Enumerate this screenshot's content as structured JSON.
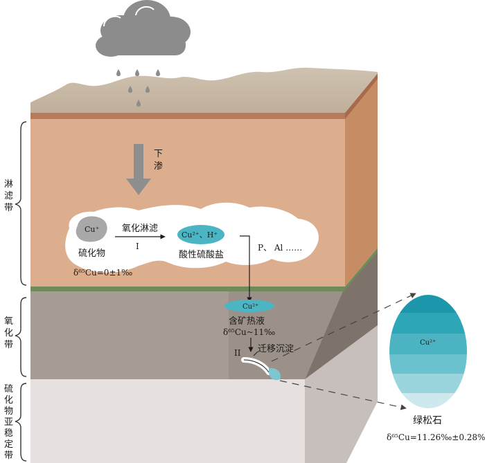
{
  "zones": {
    "leaching": "淋滤带",
    "oxidation": "氧化带",
    "sulfide_substable": "硫化物亚稳定带"
  },
  "infiltration_label": "下渗",
  "process": {
    "sulfide_ion": "Cu⁺",
    "sulfide_name": "硫化物",
    "sulfide_delta": "δ⁶⁵Cu=0±1‰",
    "oxidative_leaching": "氧化淋滤",
    "step_one": "I",
    "acid_ions": "Cu²⁺、H⁺",
    "acid_name": "酸性硫酸盐",
    "other_elements": "P、 Al ……"
  },
  "fluid": {
    "ion": "Cu²⁺",
    "name": "含矿热液",
    "delta": "δ⁶⁵Cu~11‰",
    "step_two": "II",
    "migration": "迁移沉淀"
  },
  "mineral": {
    "ion": "Cu²⁺",
    "name": "绿松石",
    "delta": "δ⁶⁵Cu=11.26‰±0.28‰"
  },
  "colors": {
    "leach_front": "#DDAE8E",
    "leach_side": "#C78E65",
    "oxid_front": "#A79D94",
    "oxid_side": "#7E746C",
    "sulfide_front": "#E7E1E0",
    "sulfide_side": "#C9C1BE",
    "surface": "#CBBCA9",
    "green_band": "#6F8A5B",
    "turquoise": "#4BB5C4",
    "cloud": "#8C8C8C"
  }
}
